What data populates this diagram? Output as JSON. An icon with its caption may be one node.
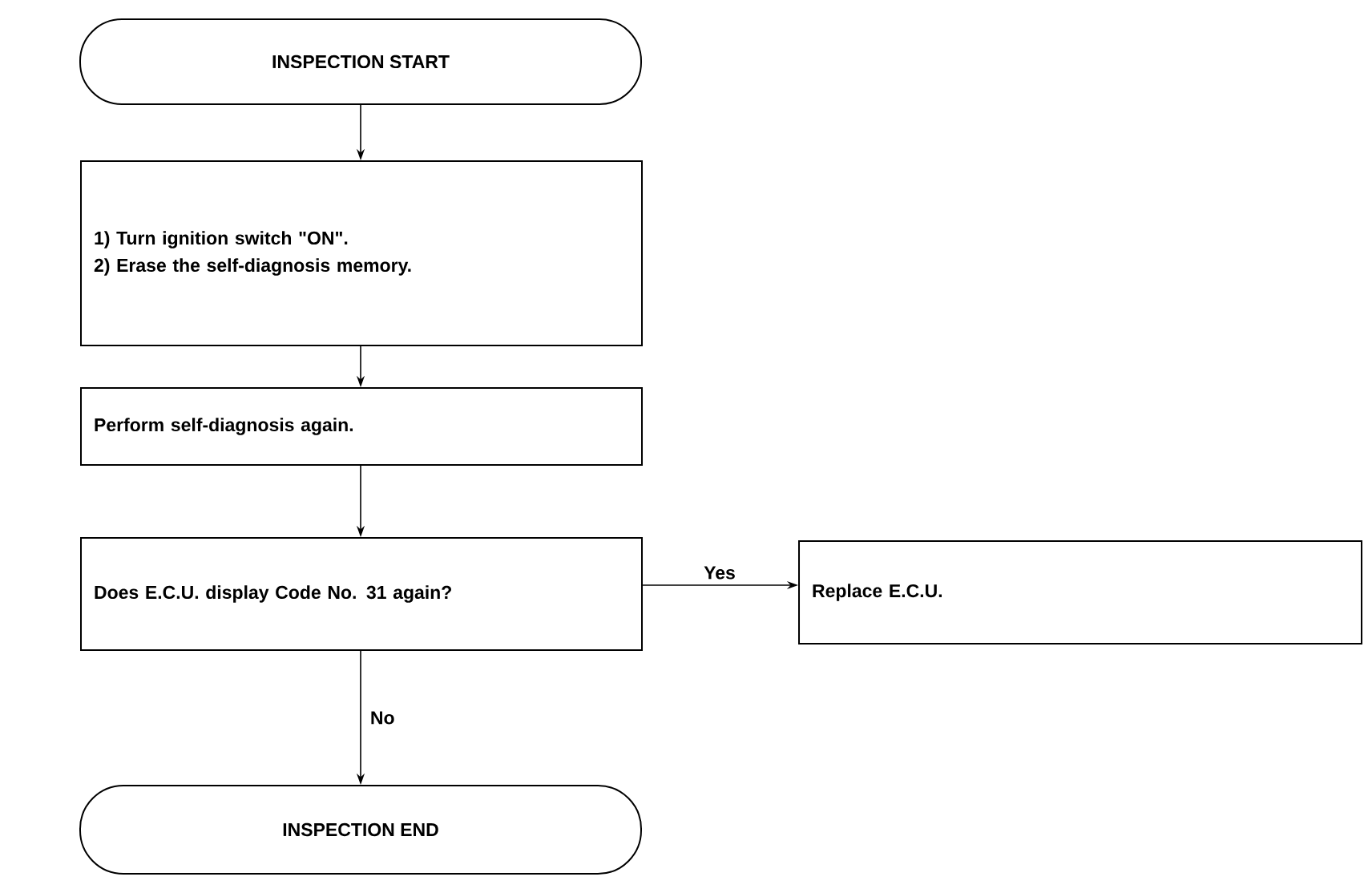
{
  "diagram": {
    "nodes": [
      {
        "text": [
          "INSPECTION START"
        ]
      },
      {
        "text": [
          "1) Turn ignition switch \"ON\".",
          "2) Erase the self-diagnosis memory."
        ]
      },
      {
        "text": [
          "Perform self-diagnosis again."
        ]
      },
      {
        "text": [
          "Does E.C.U. display Code No. 31 again?"
        ]
      },
      {
        "text": [
          "Replace E.C.U."
        ]
      },
      {
        "text": [
          "INSPECTION END"
        ]
      }
    ],
    "edges": [
      {
        "from": 0,
        "to": 1,
        "arrow": "to"
      },
      {
        "from": 1,
        "to": 2,
        "arrow": "to"
      },
      {
        "from": 2,
        "to": 3,
        "arrow": "to"
      },
      {
        "from": 3,
        "to": 4,
        "arrow": "to",
        "label": "Yes"
      },
      {
        "from": 3,
        "to": 5,
        "arrow": "to",
        "label": "No"
      }
    ]
  }
}
